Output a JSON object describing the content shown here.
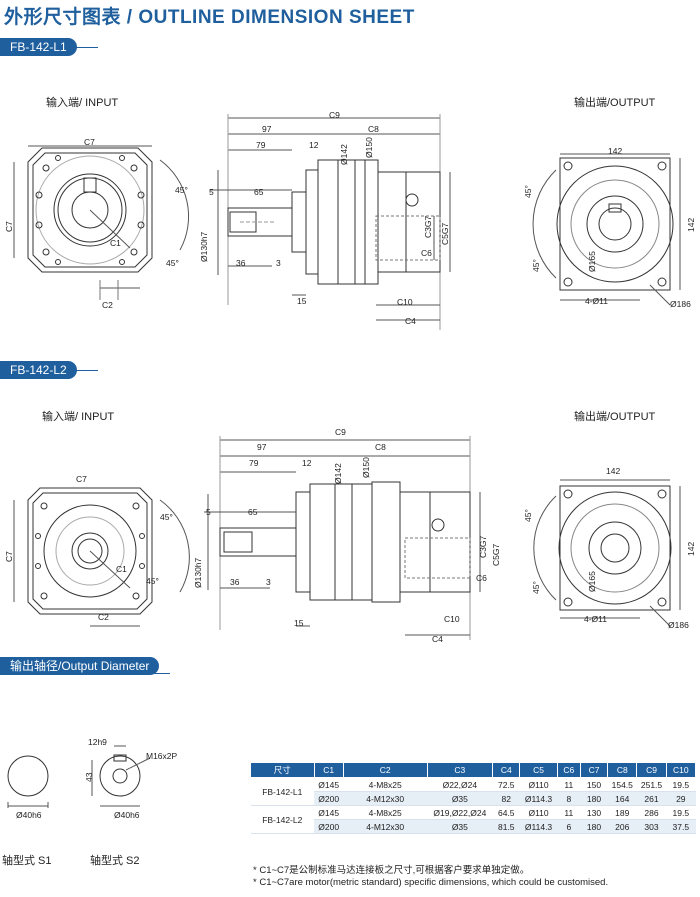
{
  "title": "外形尺寸图表 / OUTLINE DIMENSION SHEET",
  "sections": {
    "l1": "FB-142-L1",
    "l2": "FB-142-L2",
    "shaft": "输出轴径/Output Diameter"
  },
  "views": {
    "input": "输入端/ INPUT",
    "output": "输出端/OUTPUT"
  },
  "dims": {
    "c1": "C1",
    "c2": "C2",
    "c3": "C3",
    "c4": "C4",
    "c5": "C5",
    "c6": "C6",
    "c7": "C7",
    "c8": "C8",
    "c9": "C9",
    "c10": "C10",
    "d97": "97",
    "d79": "79",
    "d12": "12",
    "d142": "Ø142",
    "d150": "Ø150",
    "d5": "5",
    "d65": "65",
    "d130": "Ø130h7",
    "d36": "36",
    "d3": "3",
    "d15": "15",
    "c3g7": "C3G7",
    "c5g7": "C5G7",
    "a45": "45°",
    "sq142": "142",
    "d165": "Ø165",
    "h4": "4-Ø11",
    "d186": "Ø186"
  },
  "shaft": {
    "s1_dia": "Ø40h6",
    "s2_dia": "Ø40h6",
    "key": "12h9",
    "thread": "M16x2P",
    "height": "43",
    "s1_label": "轴型式  S1",
    "s2_label": "轴型式  S2"
  },
  "table": {
    "headers": [
      "尺寸",
      "C1",
      "C2",
      "C3",
      "C4",
      "C5",
      "C6",
      "C7",
      "C8",
      "C9",
      "C10"
    ],
    "groups": [
      {
        "model": "FB-142-L1",
        "rows": [
          [
            "Ø145",
            "4-M8x25",
            "Ø22,Ø24",
            "72.5",
            "Ø110",
            "11",
            "150",
            "154.5",
            "251.5",
            "19.5"
          ],
          [
            "Ø200",
            "4-M12x30",
            "Ø35",
            "82",
            "Ø114.3",
            "8",
            "180",
            "164",
            "261",
            "29"
          ]
        ]
      },
      {
        "model": "FB-142-L2",
        "rows": [
          [
            "Ø145",
            "4-M8x25",
            "Ø19,Ø22,Ø24",
            "64.5",
            "Ø110",
            "11",
            "130",
            "189",
            "286",
            "19.5"
          ],
          [
            "Ø200",
            "4-M12x30",
            "Ø35",
            "81.5",
            "Ø114.3",
            "6",
            "180",
            "206",
            "303",
            "37.5"
          ]
        ]
      }
    ]
  },
  "notes": [
    "* C1~C7是公制标准马达连接板之尺寸,可根据客户要求单独定做。",
    "* C1~C7are motor(metric standard)  specific dimensions, which could be customised."
  ],
  "colors": {
    "brand": "#1f5f9e",
    "line": "#333333"
  }
}
